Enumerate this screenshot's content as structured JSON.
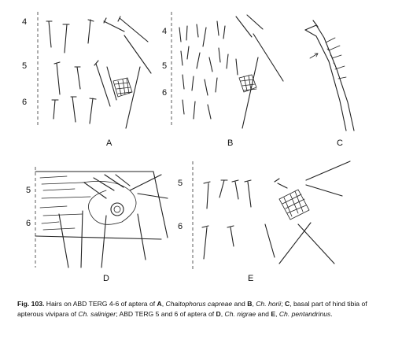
{
  "figure": {
    "panel_letters": {
      "A": "A",
      "B": "B",
      "C": "C",
      "D": "D",
      "E": "E"
    },
    "row_labels": {
      "A_4": "4",
      "A_5": "5",
      "A_6": "6",
      "B_4": "4",
      "B_5": "5",
      "B_6": "6",
      "D_5": "5",
      "D_6": "6",
      "E_5": "5",
      "E_6": "6"
    }
  },
  "caption": {
    "fig_label": "Fig. 103.",
    "t1": " Hairs on ABD TERG 4-6 of aptera of ",
    "A": "A",
    "t2": ", ",
    "sp1": "Chaitophorus capreae",
    "t3": " and ",
    "B": "B",
    "t4": ", ",
    "sp2": "Ch. horii",
    "t5": "; ",
    "C": "C",
    "t6": ", basal part of hind tibia of apterous vivipara of ",
    "sp3": "Ch. saliniger",
    "t7": "; ABD TERG 5 and 6 of aptera of ",
    "D": "D",
    "t8": ", ",
    "sp4": "Ch. nigrae",
    "t9": " and ",
    "E": "E",
    "t10": ", ",
    "sp5": "Ch. pentandrinus",
    "t11": "."
  }
}
